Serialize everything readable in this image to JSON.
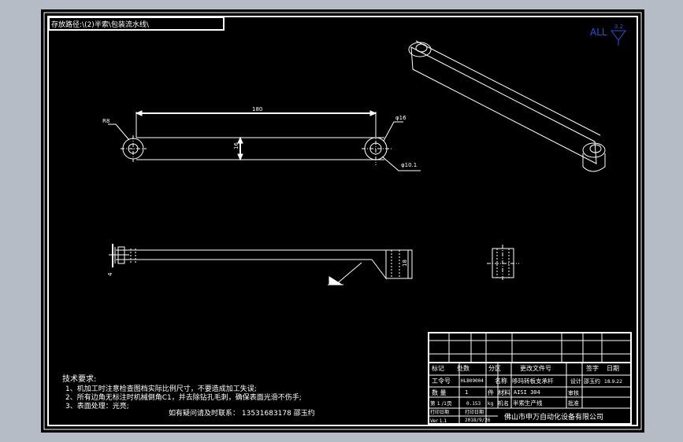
{
  "path_label": "存放路径:\\(2)半索\\包装流水线\\",
  "view": {
    "all_label": "ALL",
    "roughness": "3.2"
  },
  "dims": {
    "length": "180",
    "height": "16",
    "left_radius": "R8",
    "boss_dia": "φ16",
    "hole_dia": "φ10.1",
    "side_height": "18",
    "thickness": "4"
  },
  "tech": {
    "title": "技术要求:",
    "lines": [
      "1、机加工时注意检查图档实际比例尺寸，不要造成加工失误;",
      "2、所有边角无标注时机械倒角C1，并去除钻孔毛刺，确保表面光滑不伤手;",
      "3、表面处理：光亮;"
    ],
    "contact": "如有疑问请及时联系：  13531683178  邵玉约"
  },
  "title_block": {
    "hdr_mark": "标记",
    "hdr_count": "处数",
    "hdr_zone": "分区",
    "hdr_doc": "更改文件号",
    "hdr_sign": "签字",
    "hdr_date": "日期",
    "drawing_no_label": "工令号",
    "drawing_no_value": "HLB09004",
    "name_label": "名称",
    "name_value": "哆玛转板支承杆",
    "name_suffix": "设计",
    "designer": "邵玉约",
    "design_date": "18.9.22",
    "qty_label": "数  量",
    "qty_value": "1",
    "qty_unit": "件",
    "material_label": "材料",
    "material_value": "AISI 304",
    "review_label": "审核",
    "sheet_label": "第 1 /1页",
    "weight_value": "0.153",
    "weight_unit": "kg",
    "machine_label": "机名",
    "machine_value": "半索生产线",
    "approve_label": "批准",
    "date_label_1": "打印日期",
    "date_label_2": "打印日期",
    "date_value": "2018/9/26",
    "version_label": "Ver 1.1",
    "company": "佛山市申万自动化设备有限公司"
  }
}
